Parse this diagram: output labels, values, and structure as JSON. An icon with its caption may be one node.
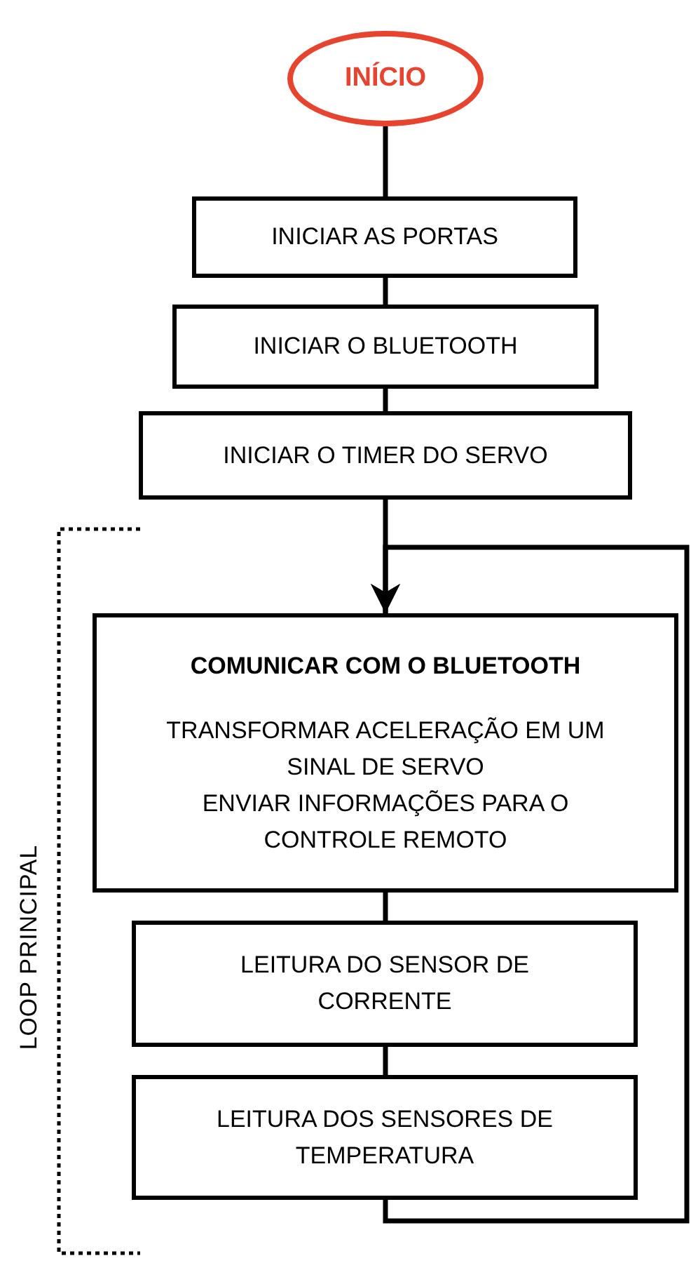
{
  "diagram": {
    "nodes": [
      {
        "text": [
          "INÍCIO"
        ]
      },
      {
        "text": [
          "INICIAR AS PORTAS"
        ]
      },
      {
        "text": [
          "INICIAR O BLUETOOTH"
        ]
      },
      {
        "text": [
          "INICIAR O TIMER DO SERVO"
        ]
      },
      {
        "text": [
          "COMUNICAR COM O BLUETOOTH",
          "TRANSFORMAR ACELERAÇÃO EM UM SINAL DE SERVO",
          "ENVIAR INFORMAÇÕES PARA O CONTROLE REMOTO"
        ]
      },
      {
        "text": [
          "LEITURA DO SENSOR DE CORRENTE"
        ]
      },
      {
        "text": [
          "LEITURA DOS SENSORES DE TEMPERATURA"
        ]
      }
    ],
    "edges": [
      {
        "from": 0,
        "to": 1,
        "arrow": "none"
      },
      {
        "from": 1,
        "to": 2,
        "arrow": "none"
      },
      {
        "from": 2,
        "to": 3,
        "arrow": "none"
      },
      {
        "from": 3,
        "to": 4,
        "arrow": "to"
      },
      {
        "from": 4,
        "to": 5,
        "arrow": "none"
      },
      {
        "from": 5,
        "to": 6,
        "arrow": "none"
      },
      {
        "from": 6,
        "to": 4,
        "arrow": "to"
      }
    ],
    "labels": [
      "LOOP PRINCIPAL"
    ]
  }
}
